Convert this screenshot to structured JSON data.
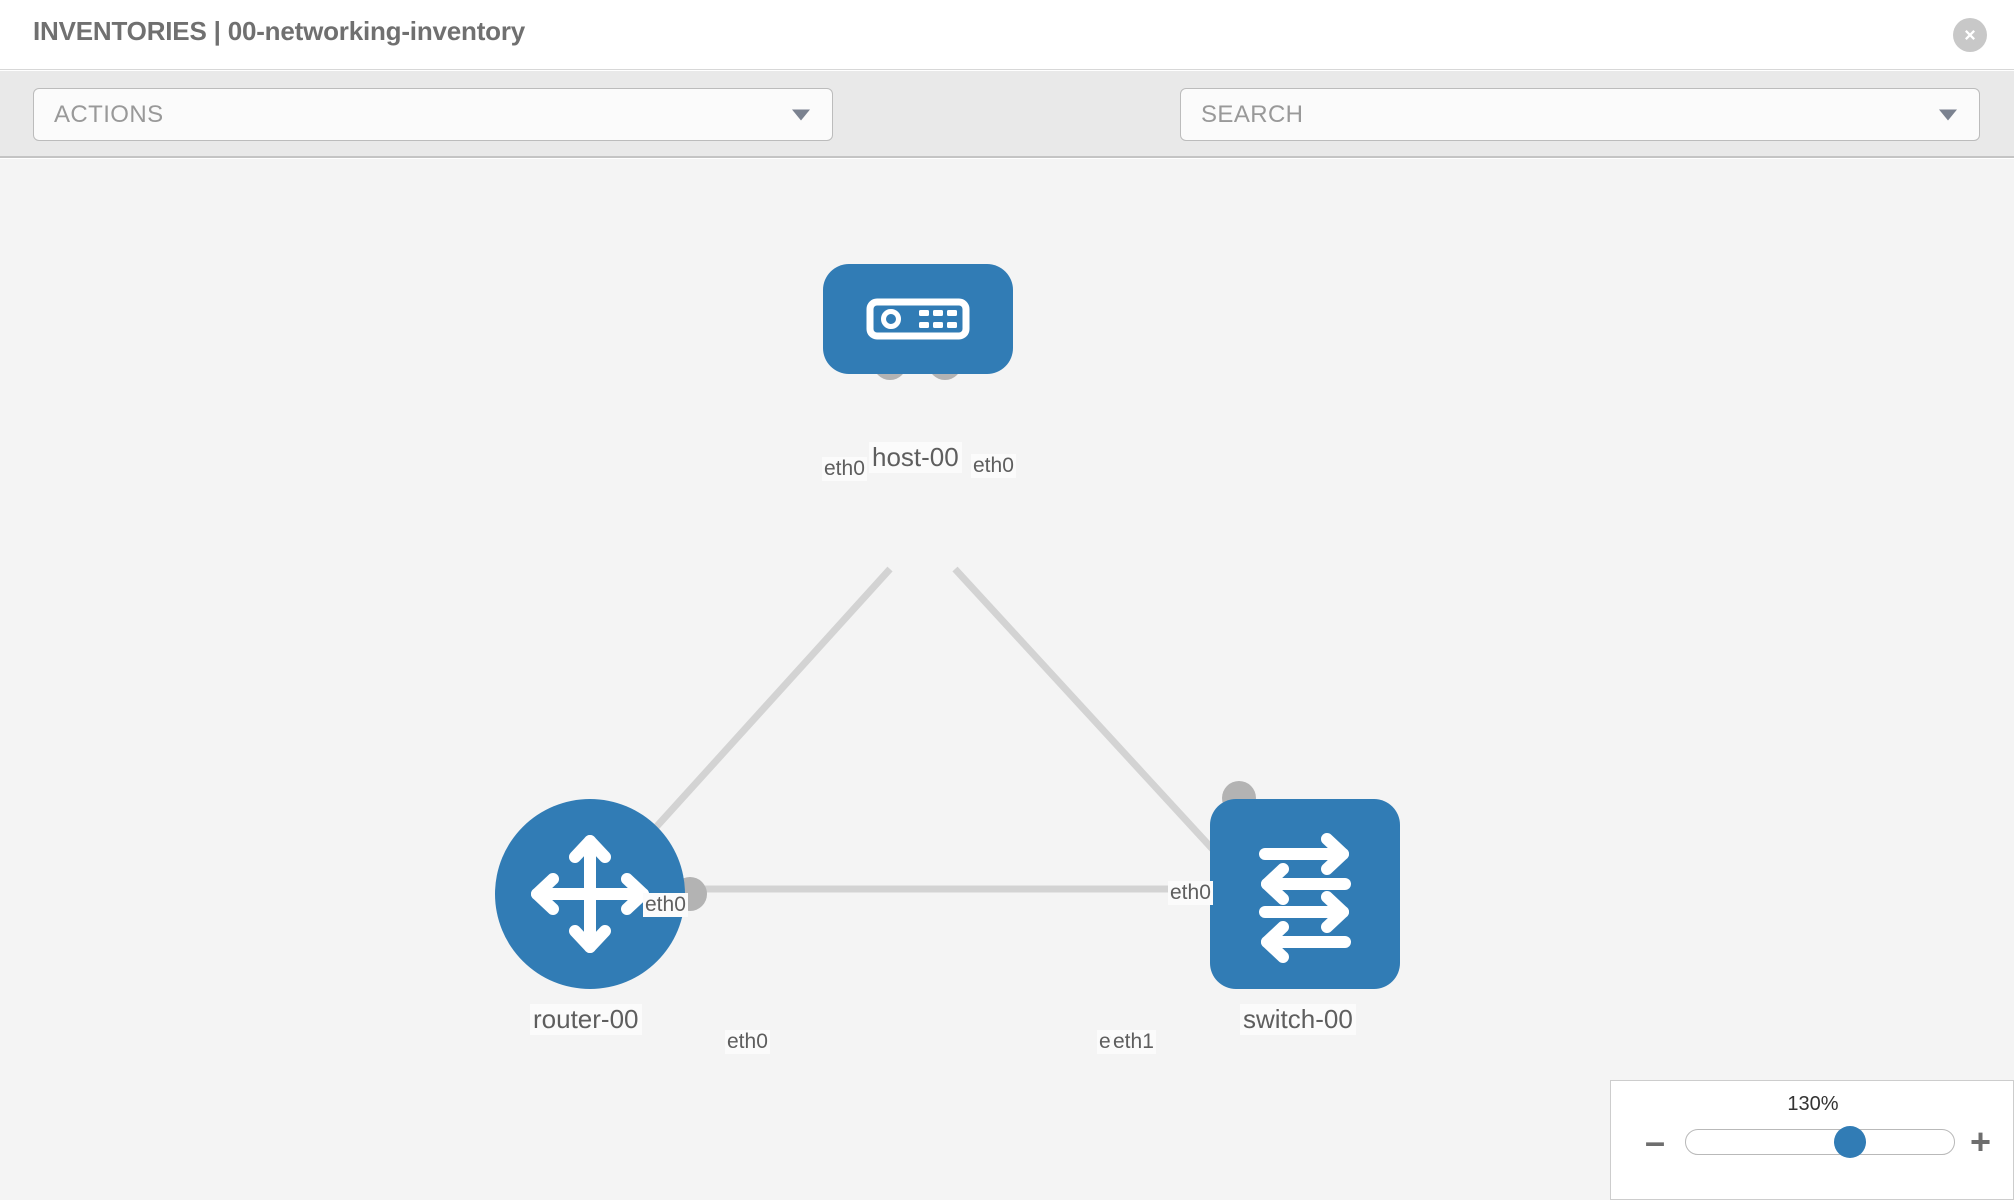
{
  "header": {
    "title": "INVENTORIES | 00-networking-inventory",
    "close_label": "×"
  },
  "toolbar": {
    "actions_value": "ACTIONS",
    "search_placeholder": "SEARCH",
    "wrench_icon": "wrench-icon",
    "key_icon": "key-icon"
  },
  "topology": {
    "nodes": [
      {
        "id": "host-00",
        "label": "host-00",
        "type": "host",
        "icon": "server-icon"
      },
      {
        "id": "router-00",
        "label": "router-00",
        "type": "router",
        "icon": "router-arrows-icon"
      },
      {
        "id": "switch-00",
        "label": "switch-00",
        "type": "switch",
        "icon": "switch-arrows-icon"
      }
    ],
    "edge_labels": {
      "host_left": "eth0",
      "host_right": "eth0",
      "router_up": "eth0",
      "switch_up": "eth0",
      "router_right": "eth0",
      "switch_left_hidden": "eth0",
      "switch_left": "eth1"
    }
  },
  "zoom": {
    "percent": "130%",
    "minus_label": "–",
    "plus_label": "+"
  },
  "colors": {
    "node_blue": "#317cb5",
    "edge_grey": "#d3d3d3",
    "endpoint_grey": "#b3b3b3",
    "canvas_bg": "#f4f4f4",
    "toolbar_bg": "#e9e9e9"
  }
}
